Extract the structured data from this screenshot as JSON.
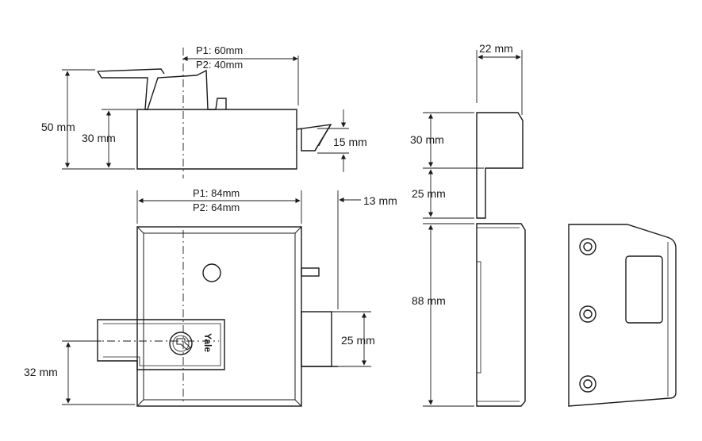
{
  "dimensions": {
    "p1_60": "P1: 60mm",
    "p2_40": "P2: 40mm",
    "height_50": "50 mm",
    "height_30": "30 mm",
    "bolt_15": "15 mm",
    "p1_84": "P1: 84mm",
    "p2_64": "P2: 64mm",
    "offset_13": "13 mm",
    "bolt_25": "25 mm",
    "cyl_32": "32 mm",
    "width_22": "22 mm",
    "staple_30": "30 mm",
    "staple_25": "25 mm",
    "staple_88": "88 mm"
  },
  "brand": "Yale"
}
